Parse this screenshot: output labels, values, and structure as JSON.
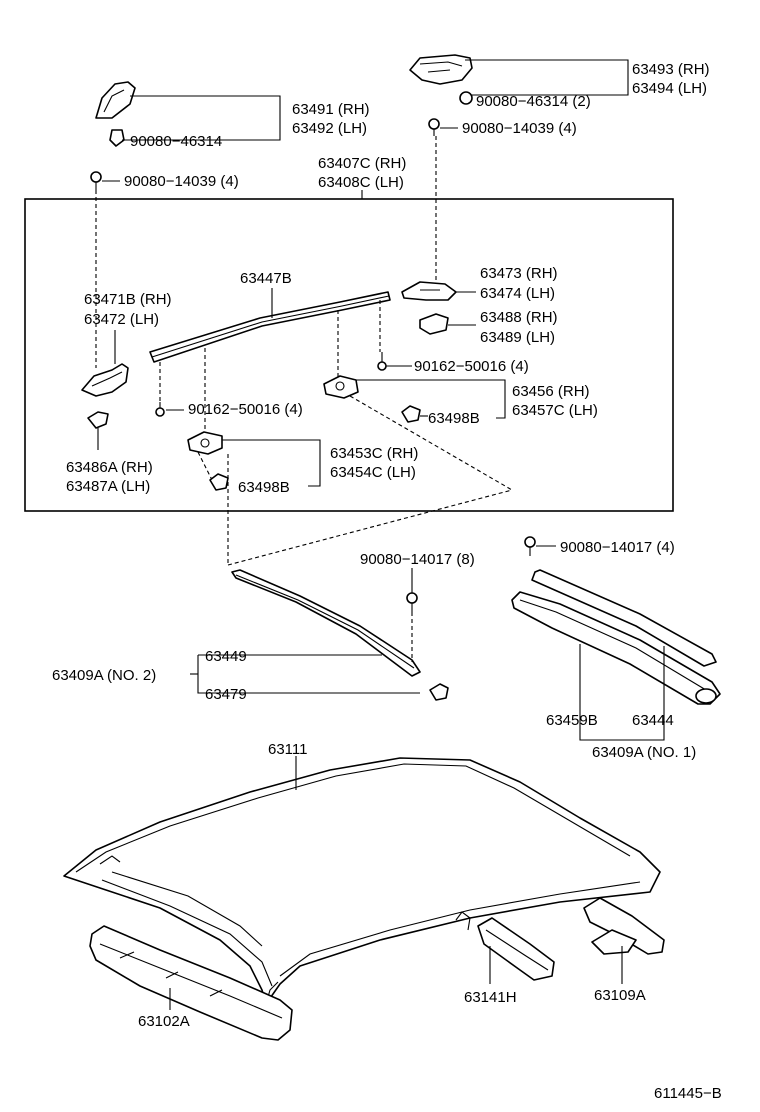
{
  "labels": {
    "p63493": "63493 (RH)",
    "p63494": "63494 (LH)",
    "b90080_46314_2": "90080−46314 (2)",
    "p63491": "63491 (RH)",
    "p63492": "63492 (LH)",
    "b90080_46314": "90080−46314",
    "b90080_14039_r": "90080−14039 (4)",
    "p63407c": "63407C (RH)",
    "p63408c": "63408C (LH)",
    "b90080_14039_l": "90080−14039 (4)",
    "p63447b": "63447B",
    "p63473": "63473 (RH)",
    "p63474": "63474 (LH)",
    "p63471b": "63471B (RH)",
    "p63472": "63472   (LH)",
    "p63488": "63488 (RH)",
    "p63489": "63489 (LH)",
    "b90162_50016_r": "90162−50016 (4)",
    "p63456": "63456   (RH)",
    "p63457c": "63457C (LH)",
    "p63498b_r": "63498B",
    "b90162_50016_l": "90162−50016 (4)",
    "p63453c": "63453C (RH)",
    "p63454c": "63454C (LH)",
    "p63486a": "63486A (RH)",
    "p63487a": "63487A (LH)",
    "p63498b_l": "63498B",
    "b90080_14017_8": "90080−14017 (8)",
    "b90080_14017_4": "90080−14017 (4)",
    "p63449": "63449",
    "p63409a_no2": "63409A (NO. 2)",
    "p63479": "63479",
    "p63459b": "63459B",
    "p63444": "63444",
    "p63409a_no1": "63409A (NO. 1)",
    "p63111": "63111",
    "p63141h": "63141H",
    "p63109a": "63109A",
    "p63102a": "63102A",
    "fig_id": "611445−B"
  }
}
